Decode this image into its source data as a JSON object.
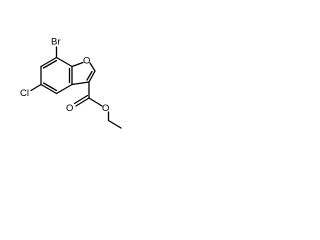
{
  "molecule": {
    "atoms": {
      "br": "Br",
      "cl": "Cl",
      "o_ring": "O",
      "o_carbonyl": "O",
      "o_ester": "O"
    }
  }
}
